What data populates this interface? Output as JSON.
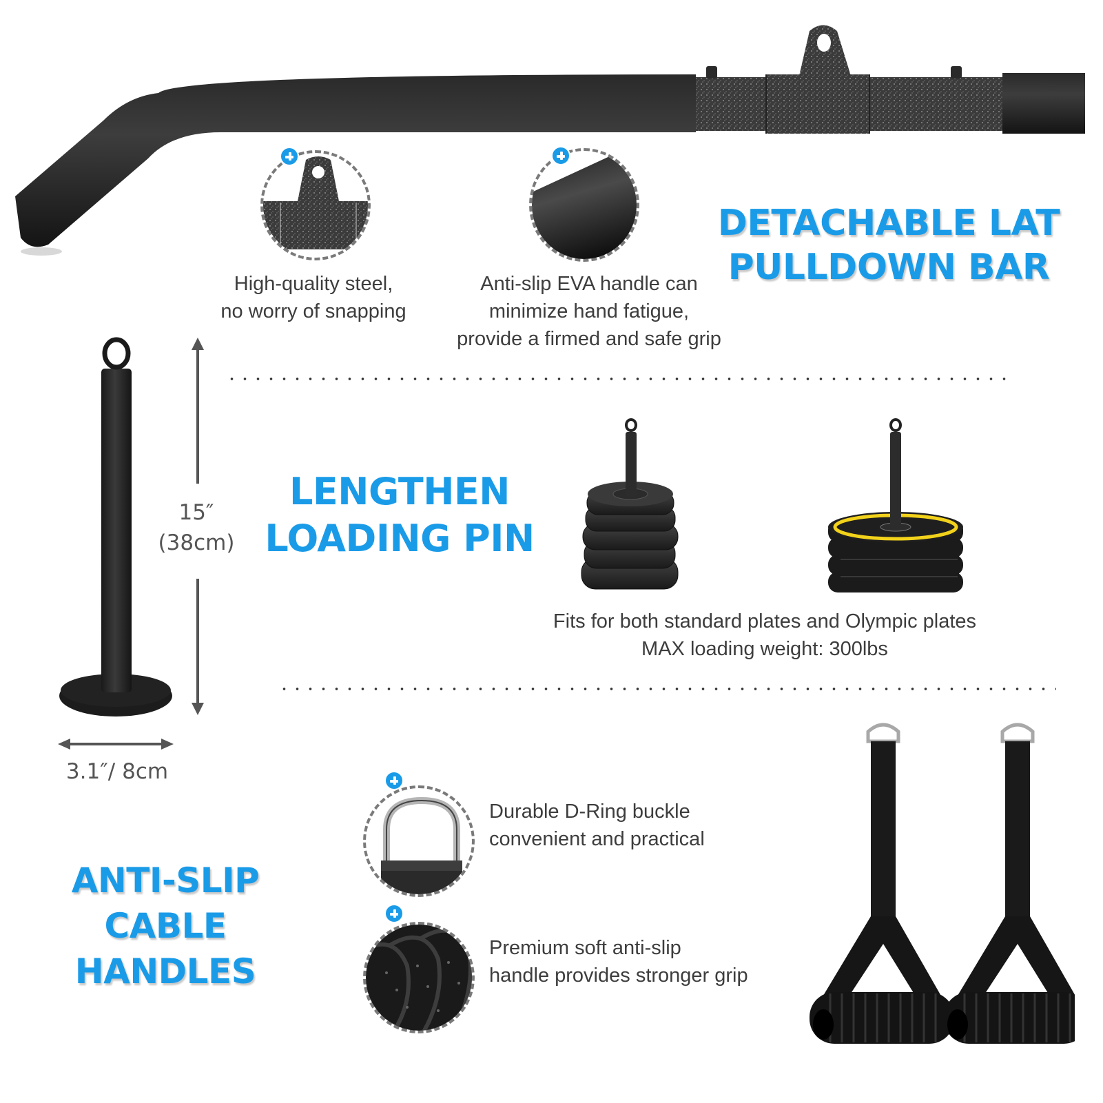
{
  "sections": {
    "lat_bar": {
      "heading_lines": [
        "DETACHABLE LAT",
        "PULLDOWN BAR"
      ],
      "details": [
        {
          "icon": "plus-icon",
          "caption_lines": [
            "High-quality steel,",
            "no worry of snapping"
          ]
        },
        {
          "icon": "plus-icon",
          "caption_lines": [
            "Anti-slip EVA handle can",
            "minimize hand fatigue,",
            "provide a firmed and safe grip"
          ]
        }
      ]
    },
    "loading_pin": {
      "heading_lines": [
        "LENGTHEN",
        "LOADING PIN"
      ],
      "height_label_lines": [
        "15″",
        "(38cm)"
      ],
      "width_label": "3.1″/ 8cm",
      "caption_lines": [
        "Fits for both standard plates and Olympic plates",
        "MAX loading weight: 300lbs"
      ]
    },
    "cable_handles": {
      "heading_lines": [
        "ANTI-SLIP",
        "CABLE HANDLES"
      ],
      "details": [
        {
          "icon": "plus-icon",
          "caption_lines": [
            "Durable D-Ring buckle",
            "convenient and practical"
          ]
        },
        {
          "icon": "plus-icon",
          "caption_lines": [
            "Premium soft anti-slip",
            "handle provides stronger grip"
          ]
        }
      ]
    }
  },
  "colors": {
    "accent_blue": "#1a9be8",
    "text_gray": "#3d3d3d",
    "product_black": "#1c1c1c",
    "plate_yellow": "#f2d21b"
  }
}
